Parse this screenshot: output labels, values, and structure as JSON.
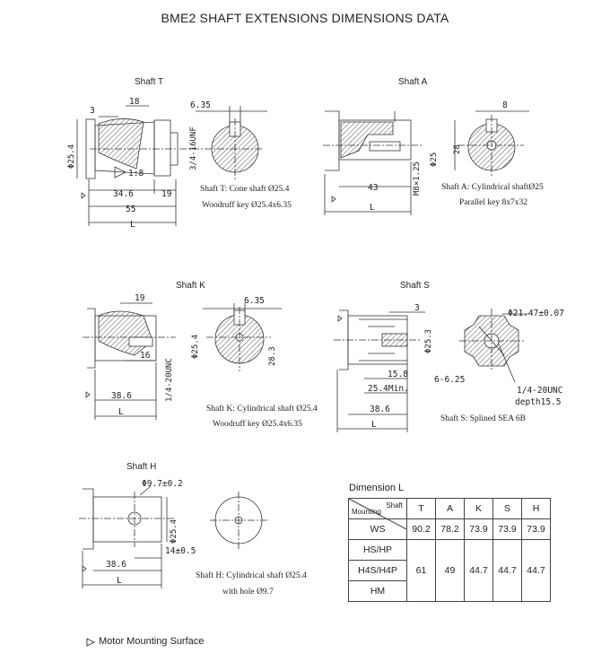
{
  "title": "BME2 SHAFT EXTENSIONS DIMENSIONS DATA",
  "shafts": {
    "T": {
      "label": "Shaft T",
      "caption_line1": "Shaft T: Cone shaft Ø25.4",
      "caption_line2": "Woodruff key Ø25.4x6.35",
      "dims": {
        "d18": "18",
        "d3": "3",
        "taper": "1:8",
        "d34": "34.6",
        "d19": "19",
        "d55": "55",
        "L": "L",
        "key": "6.35",
        "unf": "3/4-16UNF",
        "dia": "Φ25.4"
      }
    },
    "A": {
      "label": "Shaft A",
      "caption_line1": "Shaft A: Cylindrical shaftØ25",
      "caption_line2": "Parallel key 8x7x32",
      "dims": {
        "d43": "43",
        "L": "L",
        "m8": "M8×1.25",
        "dia": "Φ25",
        "d28": "28",
        "key": "8"
      }
    },
    "K": {
      "label": "Shaft K",
      "caption_line1": "Shaft K: Cylindrical shaft Ø25.4",
      "caption_line2": "Woodruff key Ø25.4x6.35",
      "dims": {
        "d19": "19",
        "d16": "16",
        "d38": "38.6",
        "L": "L",
        "unc": "1/4-20UNC",
        "dia": "Φ25.4",
        "key": "6.35",
        "d28": "28.3"
      }
    },
    "S": {
      "label": "Shaft S",
      "caption_line1": "Shaft S: Splined SEA 6B",
      "dims": {
        "d3": "3",
        "d158": "15.8",
        "min": "25.4Min.",
        "d38": "38.6",
        "L": "L",
        "dia": "Φ25.3",
        "spl": "Φ21.47±0.07",
        "six": "6-6.25",
        "unc": "1/4-20UNC",
        "depth": "depth15.5"
      }
    },
    "H": {
      "label": "Shaft H",
      "caption_line1": "Shaft H: Cylindrical shaft Ø25.4",
      "caption_line2": "with hole Ø9.7",
      "dims": {
        "hole": "Φ9.7±0.2",
        "dia": "Φ25.4",
        "d14": "14±0.5",
        "d38": "38.6",
        "L": "L"
      }
    }
  },
  "table": {
    "title": "Dimension L",
    "header_top": "Shaft",
    "header_bottom": "Mounting",
    "columns": [
      "T",
      "A",
      "K",
      "S",
      "H"
    ],
    "rows": {
      "ws": {
        "label": "WS",
        "values": [
          "90.2",
          "78.2",
          "73.9",
          "73.9",
          "73.9"
        ]
      },
      "hshp": {
        "label": "HS/HP"
      },
      "h4s": {
        "label": "H4S/H4P",
        "values": [
          "61",
          "49",
          "44.7",
          "44.7",
          "44.7"
        ]
      },
      "hm": {
        "label": "HM"
      }
    }
  },
  "legend": "Motor Mounting Surface"
}
